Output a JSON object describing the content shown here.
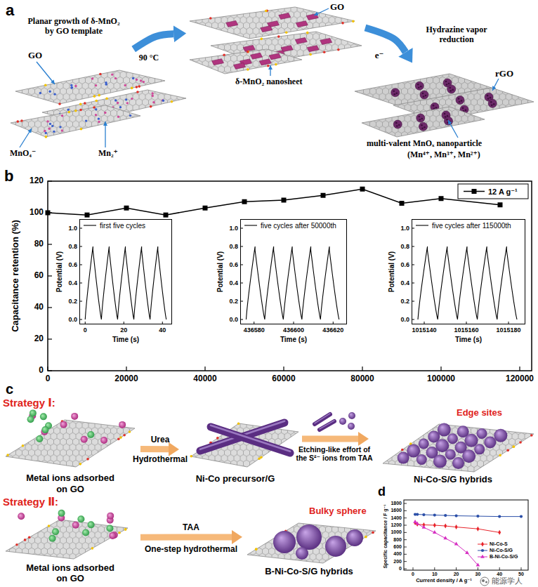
{
  "diagram": {
    "nodes": [
      {
        "text": [
          "GO",
          "MnO₄⁻",
          "Mn₂⁺"
        ]
      },
      {
        "text": [
          "GO",
          "δ-MnO₂ nanosheet"
        ]
      },
      {
        "text": [
          "rGO",
          "multi-valent MnOₓ nanoparticle",
          "(Mn⁴⁺, Mn³⁺, Mn²⁺)"
        ]
      },
      {
        "text": [
          "first five cycles"
        ]
      },
      {
        "text": [
          "five cycles after 50000th"
        ]
      },
      {
        "text": [
          "five cycles after 115000th"
        ]
      },
      {
        "text": [
          "Metal ions adsorbed on GO"
        ]
      },
      {
        "text": [
          "Ni-Co precursor/G"
        ]
      },
      {
        "text": [
          "Ni-Co-S/G hybrids",
          "Edge sites"
        ]
      },
      {
        "text": [
          "Metal ions adsorbed on GO"
        ]
      },
      {
        "text": [
          "B-Ni-Co-S/G hybrids",
          "Bulky sphere"
        ]
      }
    ],
    "edges": [
      {
        "from": 0,
        "to": 1,
        "arrow": "to",
        "label": "Planar growth of δ-MnO₂ by GO template"
      },
      {
        "from": 1,
        "to": 2,
        "arrow": "to",
        "label": "Hydrazine vapor reduction"
      },
      {
        "from": 6,
        "to": 7,
        "arrow": "to",
        "label": "Urea"
      },
      {
        "from": 7,
        "to": 8,
        "arrow": "to",
        "label": "Etching-like effort of the S²⁻ ions from TAA"
      },
      {
        "from": 9,
        "to": 10,
        "arrow": "to",
        "label": "TAA"
      }
    ],
    "labels": [
      "a",
      "90 °C",
      "e⁻",
      "b",
      "Capacitance retention (%)",
      "0",
      "20",
      "40",
      "60",
      "80",
      "100",
      "120",
      "0",
      "20000",
      "40000",
      "60000",
      "80000",
      "100000",
      "120000",
      "Potential (V)",
      "0.0",
      "0.2",
      "0.4",
      "0.6",
      "0.8",
      "1.0",
      "0",
      "20",
      "40",
      "Time (s)",
      "Potential (V)",
      "0.0",
      "0.2",
      "0.4",
      "0.6",
      "0.8",
      "1.0",
      "436580",
      "436600",
      "436620",
      "Time (s)",
      "Potential (V)",
      "0.0",
      "0.2",
      "0.4",
      "0.6",
      "0.8",
      "1.0",
      "1015140",
      "1015160",
      "1015180",
      "Time (s)",
      "c",
      "Strategy Ⅰ:",
      "Strategy Ⅱ:",
      "d",
      "Specific capacitance / F g⁻¹",
      "0",
      "200",
      "400",
      "600",
      "800",
      "1000",
      "1200",
      "1400",
      "1600",
      "1800",
      "0",
      "10",
      "20",
      "30",
      "40",
      "50",
      "Current density / A g⁻¹",
      "能源学人",
      "Hydrothermal",
      "One-step hydrothermal"
    ],
    "legend": [
      {
        "text": "12 A g⁻¹"
      },
      {
        "text": "Ni-Co-S"
      },
      {
        "text": "Ni-Co-S/G"
      },
      {
        "text": "B-Ni-Co-S/G"
      }
    ]
  }
}
